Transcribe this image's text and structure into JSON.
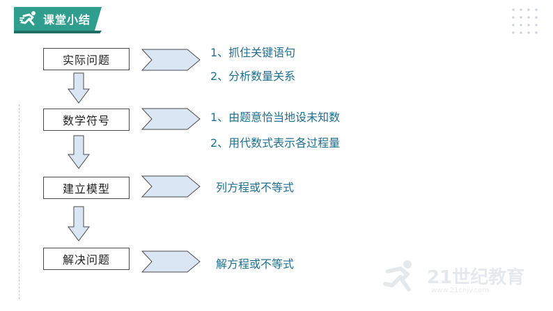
{
  "header": {
    "title": "课堂小结"
  },
  "steps": [
    {
      "label": "实际问题"
    },
    {
      "label": "数学符号"
    },
    {
      "label": "建立模型"
    },
    {
      "label": "解决问题"
    }
  ],
  "notes": {
    "step1": [
      "1、抓住关键语句",
      "2、分析数量关系"
    ],
    "step2": [
      "1、由题意恰当地设未知数",
      "2、用代数式表示各过程量"
    ],
    "step3": [
      "列方程或不等式"
    ],
    "step4": [
      "解方程或不等式"
    ]
  },
  "watermark": {
    "text": "21世纪教育",
    "url": "www.21cnjy.com"
  },
  "colors": {
    "brand": "#2f9e8f",
    "brand_dark": "#1f6f66",
    "arrow_fill": "#dbe6f4",
    "arrow_stroke": "#4a4a4a",
    "note_text": "#1f6f8f"
  }
}
